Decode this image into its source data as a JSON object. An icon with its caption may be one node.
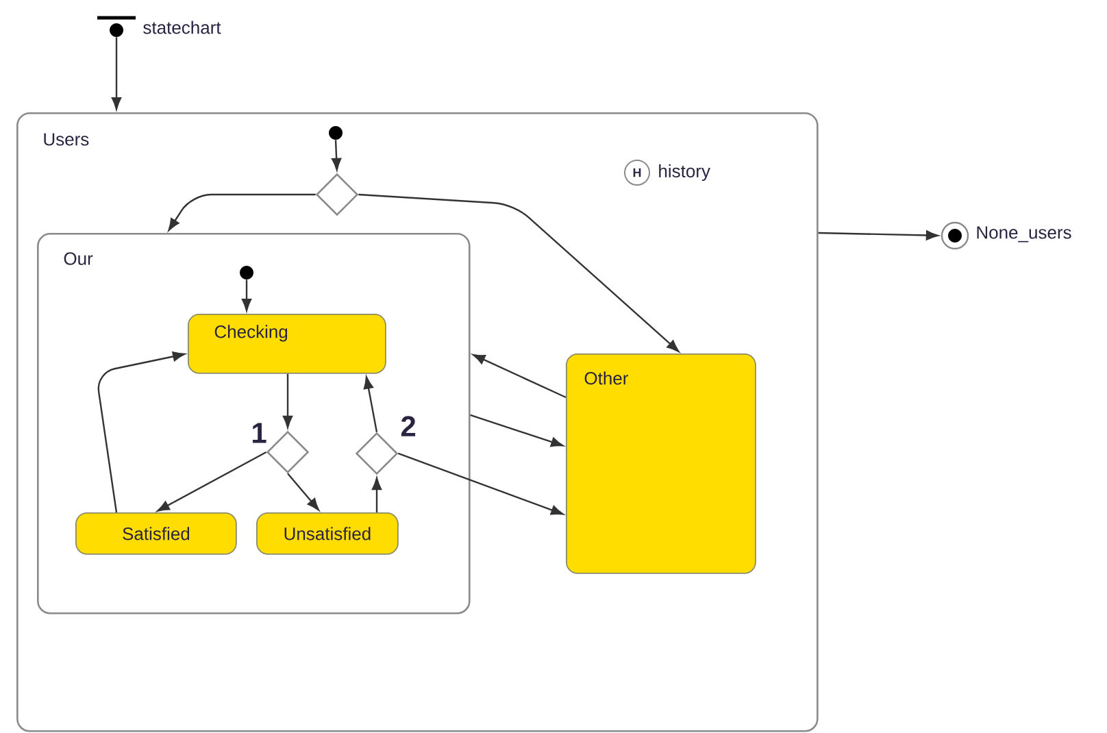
{
  "diagram": {
    "nodes": [
      {
        "text": [],
        "shape": "circle",
        "beside": [
          "statechart"
        ]
      },
      {
        "text": [
          "Users"
        ]
      },
      {
        "text": [],
        "shape": "circle",
        "in": 1
      },
      {
        "text": [
          "H"
        ],
        "beside": [
          "history"
        ],
        "in": 1
      },
      {
        "text": [],
        "shape": "diamond",
        "in": 1
      },
      {
        "text": [
          "Our"
        ],
        "in": 1
      },
      {
        "text": [],
        "shape": "circle",
        "in": 5
      },
      {
        "text": [
          "Checking"
        ],
        "in": 5
      },
      {
        "text": [],
        "shape": "diamond",
        "in": 5,
        "beside": [
          "1"
        ]
      },
      {
        "text": [],
        "shape": "diamond",
        "in": 5,
        "beside": [
          "2"
        ]
      },
      {
        "text": [
          "Satisfied"
        ],
        "in": 5
      },
      {
        "text": [
          "Unsatisfied"
        ],
        "in": 5
      },
      {
        "text": [
          "Other"
        ],
        "in": 1
      },
      {
        "text": [],
        "shape": "circle",
        "beside": [
          "None_users"
        ]
      }
    ],
    "edges": [
      {
        "from": 0,
        "to": 1,
        "arrow": "to"
      },
      {
        "from": 2,
        "to": 4,
        "arrow": "to"
      },
      {
        "from": 4,
        "to": 5,
        "arrow": "to"
      },
      {
        "from": 4,
        "to": 12,
        "arrow": "to"
      },
      {
        "from": 6,
        "to": 7,
        "arrow": "to"
      },
      {
        "from": 7,
        "to": 8,
        "arrow": "to"
      },
      {
        "from": 8,
        "to": 10,
        "arrow": "to"
      },
      {
        "from": 8,
        "to": 11,
        "arrow": "to"
      },
      {
        "from": 11,
        "to": 9,
        "arrow": "to"
      },
      {
        "from": 9,
        "to": 7,
        "arrow": "to"
      },
      {
        "from": 9,
        "to": 12,
        "arrow": "to"
      },
      {
        "from": 10,
        "to": 7,
        "arrow": "to"
      },
      {
        "from": 12,
        "to": 5,
        "arrow": "to"
      },
      {
        "from": 5,
        "to": 12,
        "arrow": "to"
      },
      {
        "from": 1,
        "to": 13,
        "arrow": "to"
      }
    ]
  }
}
